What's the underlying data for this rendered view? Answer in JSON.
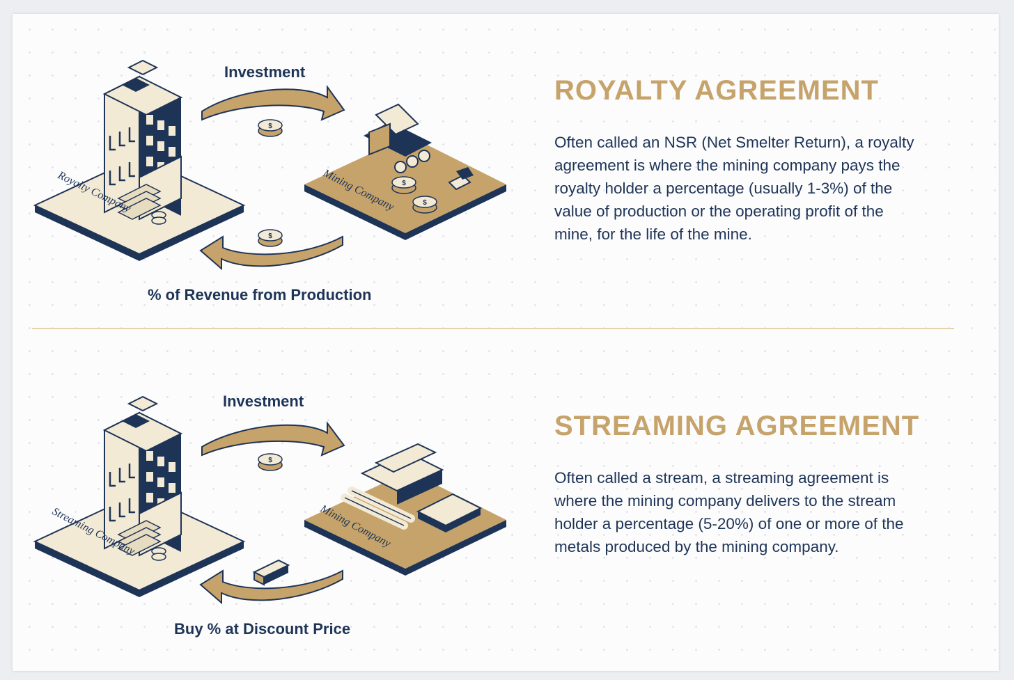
{
  "colors": {
    "navy": "#1e3456",
    "gold": "#c6a36a",
    "cream": "#f3ead5",
    "divider": "#e3d3ad"
  },
  "sections": [
    {
      "title": "ROYALTY AGREEMENT",
      "description": "Often called an NSR (Net Smelter Return), a royalty agreement is where the mining company pays the royalty holder a percentage (usually 1-3%) of the value of production or the operating profit of the mine, for the life of the mine.",
      "top_arrow_label": "Investment",
      "bottom_arrow_label": "% of Revenue from Production",
      "left_platform_label": "Royalty Company",
      "right_platform_label": "Mining Company",
      "icons": [
        "office-building-icon",
        "cash-stack-icon",
        "coin-icon",
        "mine-cart-icon",
        "ore-rocks-icon"
      ]
    },
    {
      "title": "STREAMING AGREEMENT",
      "description": "Often called a stream, a streaming agreement is where the mining company delivers to the stream holder a percentage (5-20%) of one or more of the metals produced by the mining company.",
      "top_arrow_label": "Investment",
      "bottom_arrow_label": "Buy % at Discount Price",
      "left_platform_label": "Streaming Company",
      "right_platform_label": "Mining Company",
      "icons": [
        "office-building-icon",
        "cash-stack-icon",
        "coin-icon",
        "gold-bar-icon",
        "metal-bars-icon",
        "pipes-icon",
        "sheet-metal-icon"
      ]
    }
  ]
}
